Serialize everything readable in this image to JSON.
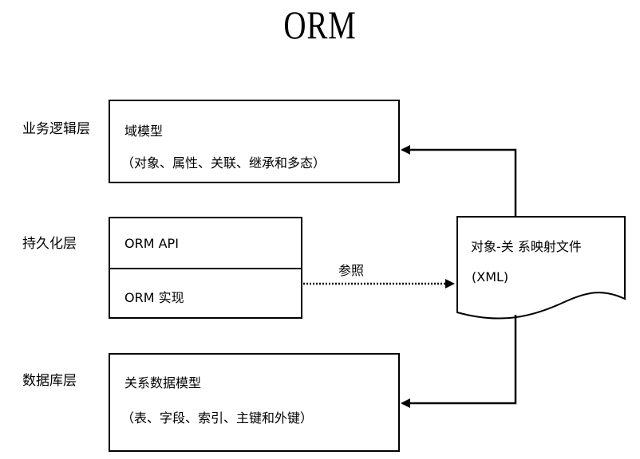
{
  "title": "ORM",
  "layers": {
    "business": "业务逻辑层",
    "persistence": "持久化层",
    "database": "数据库层"
  },
  "domain_box": {
    "title": "域模型",
    "detail": "（对象、属性、关联、继承和多态）"
  },
  "persistence_box": {
    "api": "ORM API",
    "impl": "ORM 实现"
  },
  "database_box": {
    "title": "关系数据模型",
    "detail": "（表、字段、索引、主键和外键）"
  },
  "mapping_doc": {
    "line1": "对象-关 系映射文件",
    "line2": "(XML)"
  },
  "edge_label": "参照"
}
